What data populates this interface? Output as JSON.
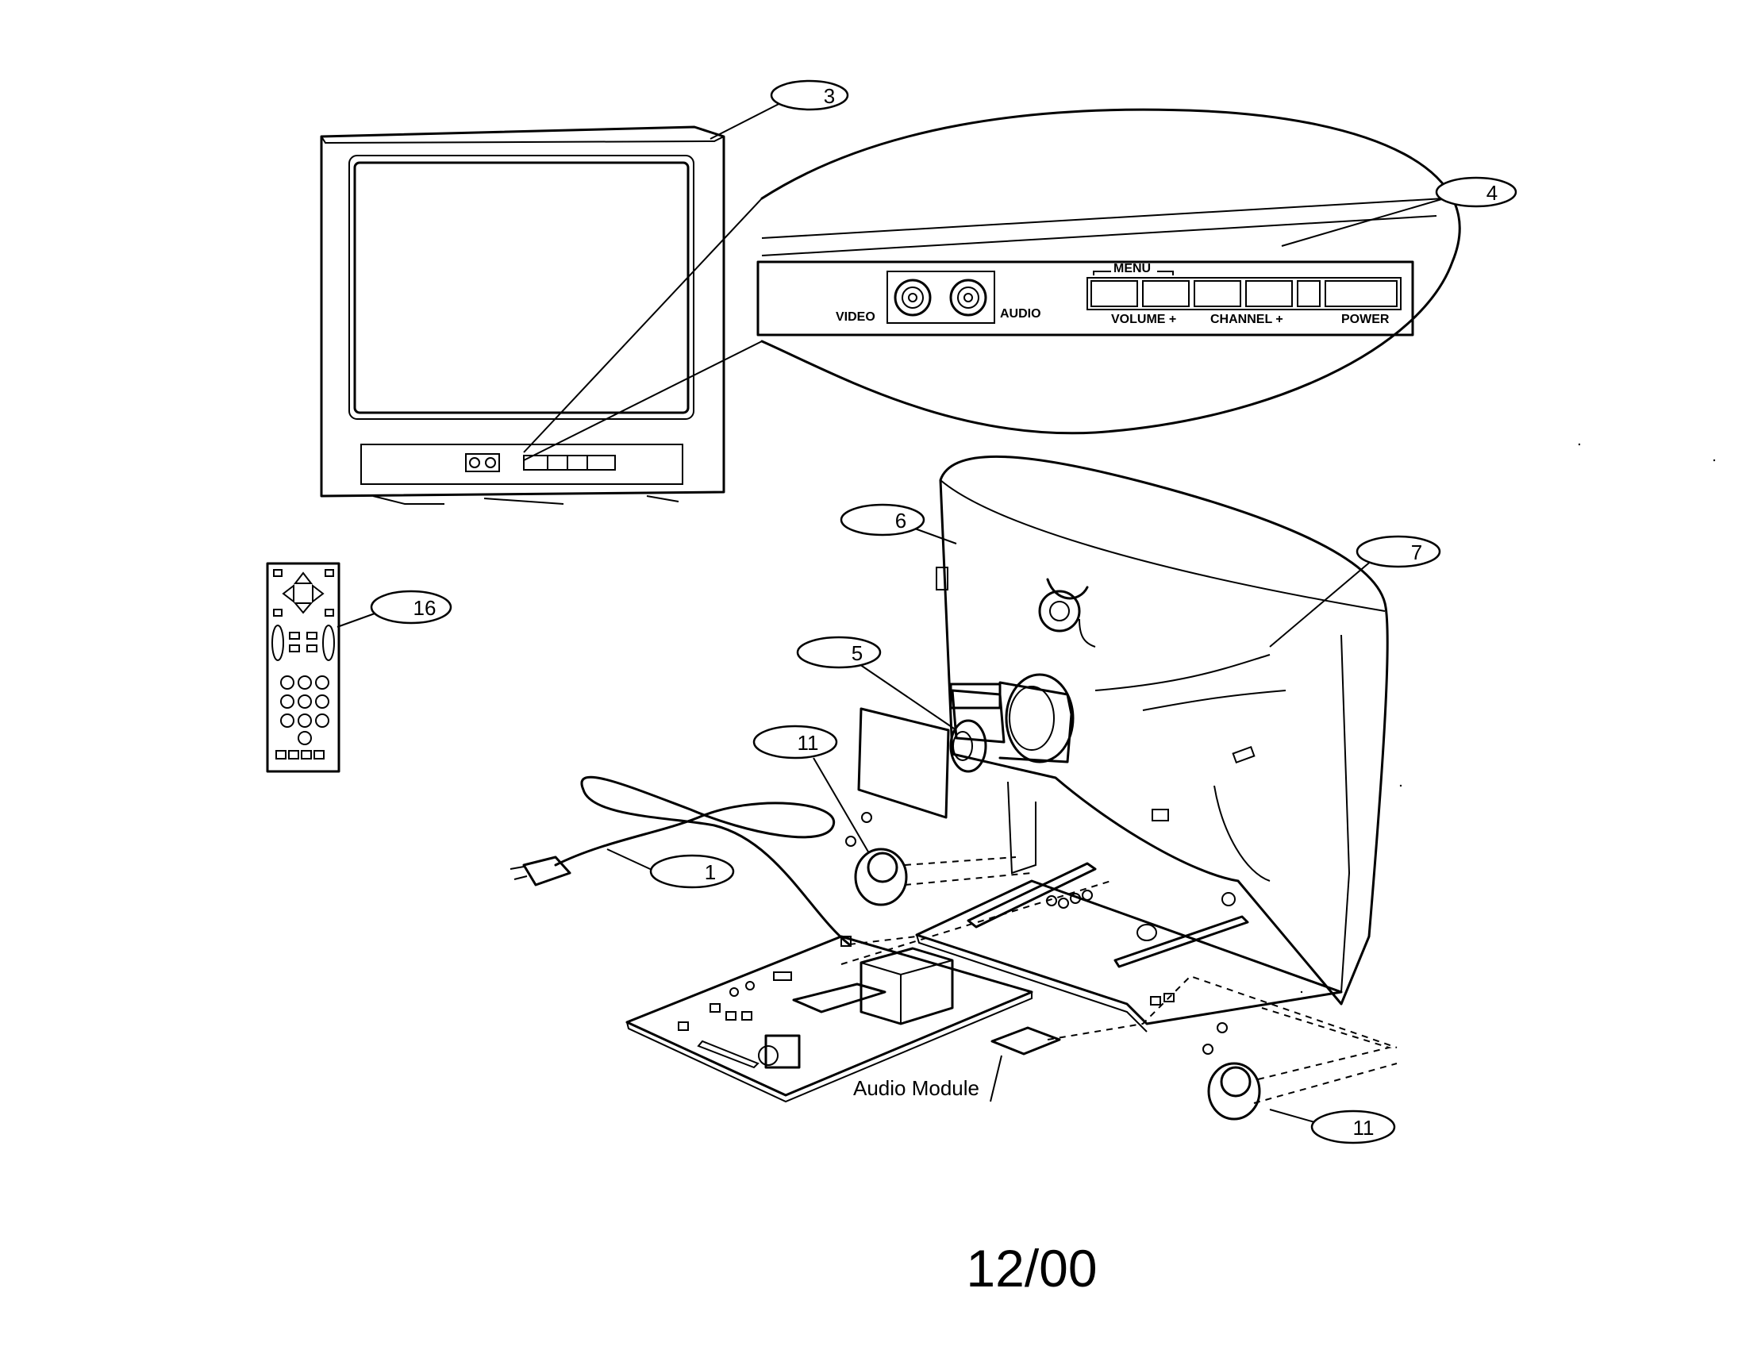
{
  "callouts": {
    "tv_cabinet": "3",
    "front_panel": "4",
    "yoke": "5",
    "crt_glass": "6",
    "crt_band": "7",
    "speaker_left": "11",
    "speaker_right": "11",
    "remote": "16",
    "power_cord": "1"
  },
  "panel": {
    "menu": "MENU",
    "video": "VIDEO",
    "audio": "AUDIO",
    "volume": "VOLUME +",
    "channel": "CHANNEL +",
    "power": "POWER"
  },
  "labels": {
    "audio_module": "Audio Module"
  },
  "footer": {
    "date": "12/00"
  }
}
